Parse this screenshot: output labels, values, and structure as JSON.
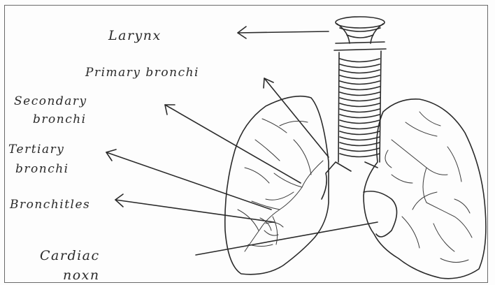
{
  "labels": {
    "larynx": "Larynx",
    "primary_bronchi": "Primary bronchi",
    "secondary_bronchi_1": "Secondary",
    "secondary_bronchi_2": "bronchi",
    "tertiary_bronchi_1": "Tertiary",
    "tertiary_bronchi_2": "bronchi",
    "bronchioles": "Bronchitles",
    "cardiac_notch_1": "Cardiac",
    "cardiac_notch_2": "noxn"
  },
  "colors": {
    "ink": "#2a2a2a",
    "paper": "#fdfdfd",
    "frame": "#6a6a6a"
  }
}
